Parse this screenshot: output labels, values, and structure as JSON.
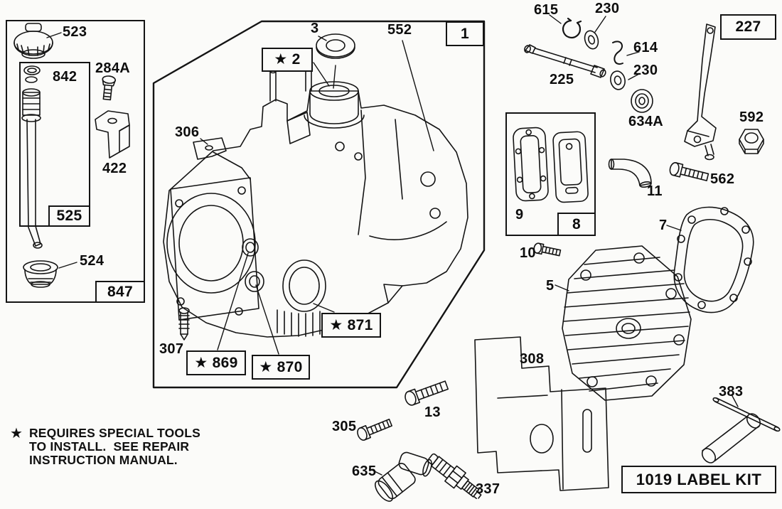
{
  "document": {
    "type": "exploded-parts-diagram",
    "subject": "engine cylinder block assembly"
  },
  "colors": {
    "line": "#141414",
    "background": "#fbfbf9"
  },
  "labels": {
    "p523": "523",
    "p842": "842",
    "p284A": "284A",
    "p422": "422",
    "p525": "525",
    "p524": "524",
    "p847": "847",
    "p306": "306",
    "p3": "3",
    "p2star": "★ 2",
    "p552": "552",
    "p1": "1",
    "p307": "307",
    "p869": "★ 869",
    "p870": "★ 870",
    "p871": "★ 871",
    "p615": "615",
    "p230a": "230",
    "p225": "225",
    "p614": "614",
    "p230b": "230",
    "p634A": "634A",
    "p227": "227",
    "p592": "592",
    "p562": "562",
    "p11": "11",
    "p9": "9",
    "p8": "8",
    "p10": "10",
    "p7": "7",
    "p5": "5",
    "p308": "308",
    "p383": "383",
    "p13": "13",
    "p305": "305",
    "p635": "635",
    "p337": "337",
    "kit": "1019 LABEL KIT"
  },
  "footnote": {
    "star": "★",
    "line1": "REQUIRES SPECIAL TOOLS",
    "line2": "TO INSTALL.  SEE REPAIR",
    "line3": "INSTRUCTION MANUAL."
  }
}
